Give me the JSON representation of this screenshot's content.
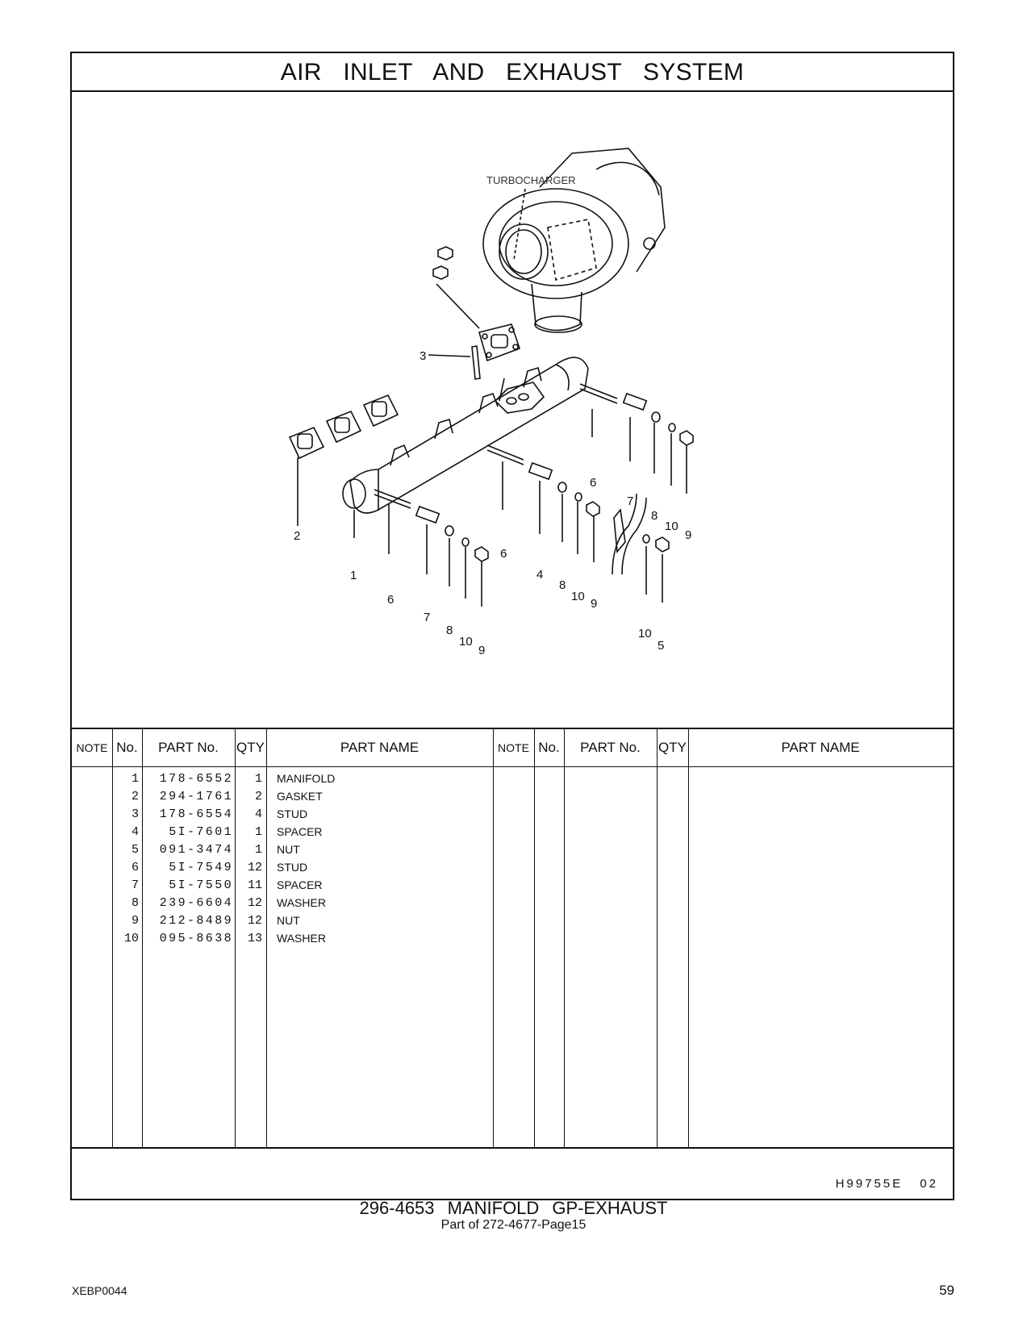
{
  "title": "AIR  INLET  AND  EXHAUST  SYSTEM",
  "diagram": {
    "turbocharger_label": "TURBOCHARGER",
    "callouts": {
      "c1": "1",
      "c2": "2",
      "c3": "3",
      "c4": "4",
      "c5": "5",
      "c6a": "6",
      "c6b": "6",
      "c6c": "6",
      "c7a": "7",
      "c7b": "7",
      "c8a": "8",
      "c8b": "8",
      "c8c": "8",
      "c9a": "9",
      "c9b": "9",
      "c9c": "9",
      "c10a": "10",
      "c10b": "10",
      "c10c": "10",
      "c10d": "10"
    }
  },
  "table": {
    "headers": {
      "note": "NOTE",
      "no": "No.",
      "part_no": "PART No.",
      "qty": "QTY",
      "part_name": "PART NAME",
      "note2": "NOTE",
      "no2": "No.",
      "part_no2": "PART No.",
      "qty2": "QTY",
      "part_name2": "PART NAME"
    },
    "rows": [
      {
        "no": "1",
        "part": "178-6552",
        "qty": "1",
        "name": "MANIFOLD"
      },
      {
        "no": "2",
        "part": "294-1761",
        "qty": "2",
        "name": "GASKET"
      },
      {
        "no": "3",
        "part": "178-6554",
        "qty": "4",
        "name": "STUD"
      },
      {
        "no": "4",
        "part": "5I-7601",
        "qty": "1",
        "name": "SPACER"
      },
      {
        "no": "5",
        "part": "091-3474",
        "qty": "1",
        "name": "NUT"
      },
      {
        "no": "6",
        "part": "5I-7549",
        "qty": "12",
        "name": "STUD"
      },
      {
        "no": "7",
        "part": "5I-7550",
        "qty": "11",
        "name": "SPACER"
      },
      {
        "no": "8",
        "part": "239-6604",
        "qty": "12",
        "name": "WASHER"
      },
      {
        "no": "9",
        "part": "212-8489",
        "qty": "12",
        "name": "NUT"
      },
      {
        "no": "10",
        "part": "095-8638",
        "qty": "13",
        "name": "WASHER"
      }
    ]
  },
  "drawing_code": "H99755E   02",
  "caption": "296-4653  MANIFOLD  GP-EXHAUST",
  "subcaption": "Part of 272-4677-Page15",
  "footer": {
    "doc_id": "XEBP0044",
    "page": "59"
  }
}
